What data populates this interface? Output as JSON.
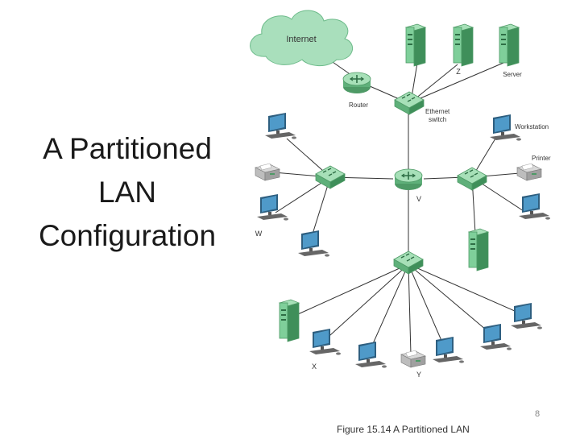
{
  "slide": {
    "title_lines": [
      "A Partitioned",
      "LAN",
      "Configuration"
    ],
    "page_number": "8",
    "caption": "Figure 15.14  A Partitioned LAN"
  },
  "diagram": {
    "labels": {
      "internet": "Internet",
      "router": "Router",
      "ethernet_switch": "Ethernet\nswitch",
      "server": "Server",
      "workstation": "Workstation",
      "printer": "Printer",
      "z": "Z",
      "v": "V",
      "w": "W",
      "x": "X",
      "y": "Y"
    },
    "colors": {
      "device_green": "#7fcf9a",
      "device_dark_green": "#4e9a66",
      "cloud": "#a9dfbc",
      "screen": "#3f7fa8",
      "line": "#333333"
    }
  }
}
